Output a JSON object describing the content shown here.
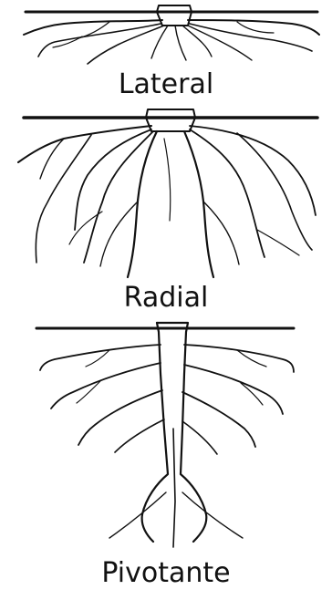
{
  "colors": {
    "ink": "#111111",
    "background": "#ffffff"
  },
  "panels": [
    {
      "label": "Lateral"
    },
    {
      "label": "Radial"
    },
    {
      "label": "Pivotante"
    }
  ]
}
